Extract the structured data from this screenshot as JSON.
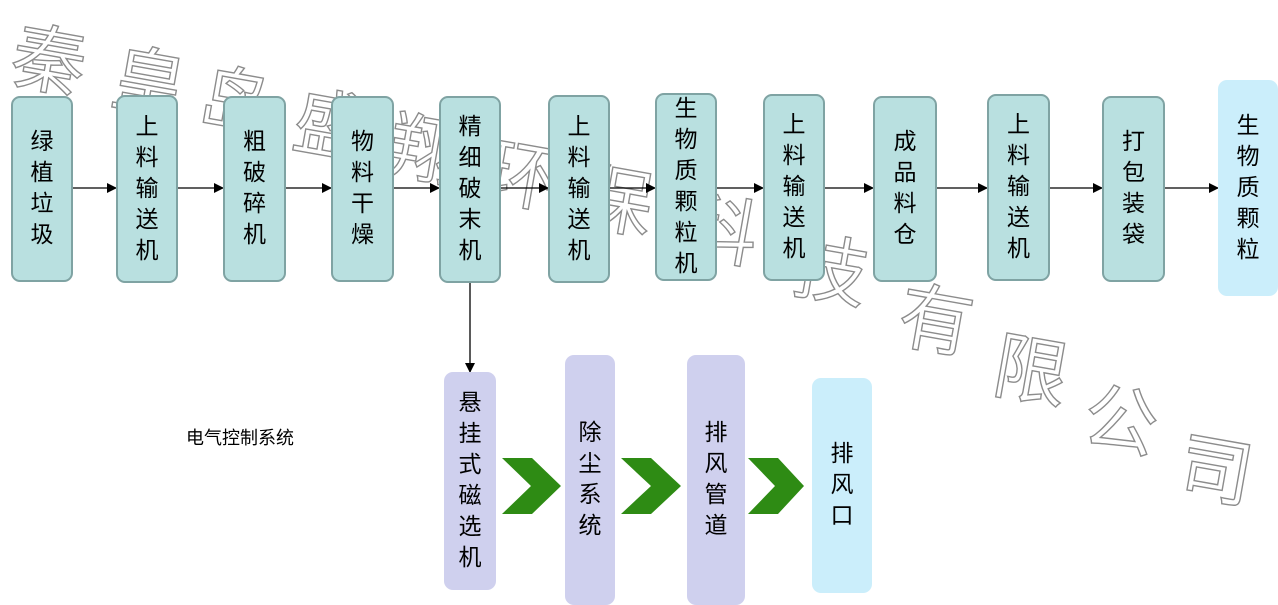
{
  "flow": {
    "top_row": [
      {
        "text": "绿植垃圾"
      },
      {
        "text": "上料输送机"
      },
      {
        "text": "粗破碎机"
      },
      {
        "text": "物料干燥"
      },
      {
        "text": "精细破末机"
      },
      {
        "text": "上料输送机"
      },
      {
        "text": "生物质颗粒机"
      },
      {
        "text": "上料输送机"
      },
      {
        "text": "成品料仓"
      },
      {
        "text": "上料输送机"
      },
      {
        "text": "打包装袋"
      },
      {
        "text": "生物质颗粒"
      }
    ],
    "bottom_row": [
      {
        "text": "悬挂式磁选机"
      },
      {
        "text": "除尘系统"
      },
      {
        "text": "排风管道"
      },
      {
        "text": "排风口"
      }
    ],
    "side_label": "电气控制系统"
  },
  "watermark": {
    "text": [
      "秦",
      "皇",
      "岛",
      "盛",
      "翔",
      "环",
      "保",
      "科",
      "技",
      "有",
      "限",
      "公",
      "司"
    ]
  },
  "colors": {
    "teal_box": "#b9e0e0",
    "teal_border": "#7fa3a3",
    "light_blue_box": "#cbeefb",
    "lavender_box": "#cfd0ee",
    "chevron_green": "#2e8b14"
  }
}
